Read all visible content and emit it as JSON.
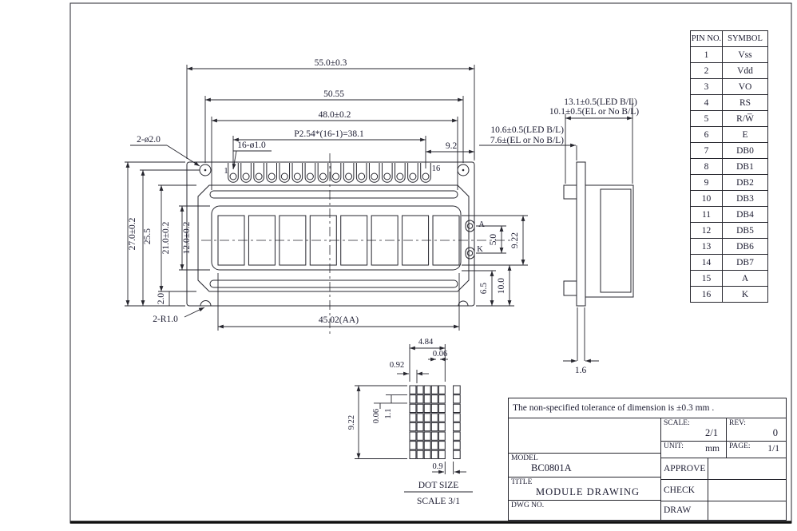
{
  "note": "The non-specified tolerance of dimension is ±0.3 mm .",
  "pin_table": {
    "headers": [
      "PIN NO.",
      "SYMBOL"
    ],
    "rows": [
      [
        "1",
        "Vss"
      ],
      [
        "2",
        "Vdd"
      ],
      [
        "3",
        "VO"
      ],
      [
        "4",
        "RS"
      ],
      [
        "5",
        "R/W̅"
      ],
      [
        "6",
        "E"
      ],
      [
        "7",
        "DB0"
      ],
      [
        "8",
        "DB1"
      ],
      [
        "9",
        "DB2"
      ],
      [
        "10",
        "DB3"
      ],
      [
        "11",
        "DB4"
      ],
      [
        "12",
        "DB5"
      ],
      [
        "13",
        "DB6"
      ],
      [
        "14",
        "DB7"
      ],
      [
        "15",
        "A"
      ],
      [
        "16",
        "K"
      ]
    ]
  },
  "front_view": {
    "pin_count": 16,
    "char_count": 8,
    "pin_first_label": "1",
    "pin_last_label": "16",
    "pad_a_label": "A",
    "pad_k_label": "K"
  },
  "dims": {
    "d55": "55.0±0.3",
    "d5055": "50.55",
    "d48": "48.0±0.2",
    "pitch": "P2.54*(16-1)=38.1",
    "holes16": "16-ø1.0",
    "d92top": "9.2",
    "holes2": "2-ø2.0",
    "d27": "27.0±0.2",
    "d255": "25.5",
    "d21": "21.0±0.2",
    "d12": "12.0±0.2",
    "d2": "2.0",
    "r1": "2-R1.0",
    "aa": "45.02(AA)",
    "d5": "5.0",
    "d922": "9.22",
    "d10": "10.0",
    "d65": "6.5",
    "side1": "13.1±0.5(LED B/L)",
    "side2": "10.1±0.5(EL or No B/L)",
    "side3": "10.6±0.5(LED B/L)",
    "side4": "7.6±(EL or No B/L)",
    "pcb_t": "1.6"
  },
  "dot_detail": {
    "cols": 5,
    "rows": 8,
    "w_total": "4.84",
    "gap_top": "0.06",
    "dot_w": "0.92",
    "h_total": "9.22",
    "gap_left": "0.06",
    "dot_h": "1.1",
    "char_gap": "0.9",
    "title": "DOT SIZE",
    "scale": "SCALE 3/1"
  },
  "title_block": {
    "scale_label": "SCALE:",
    "scale": "2/1",
    "rev_label": "REV:",
    "rev": "0",
    "unit_label": "UNIT:",
    "unit": "mm",
    "page_label": "PAGE:",
    "page": "1/1",
    "model_label": "MODEL",
    "model": "BC0801A",
    "title_label": "TITLE",
    "title": "MODULE  DRAWING",
    "dwg_label": "DWG NO.",
    "approve": "APPROVE",
    "check": "CHECK",
    "draw": "DRAW"
  }
}
